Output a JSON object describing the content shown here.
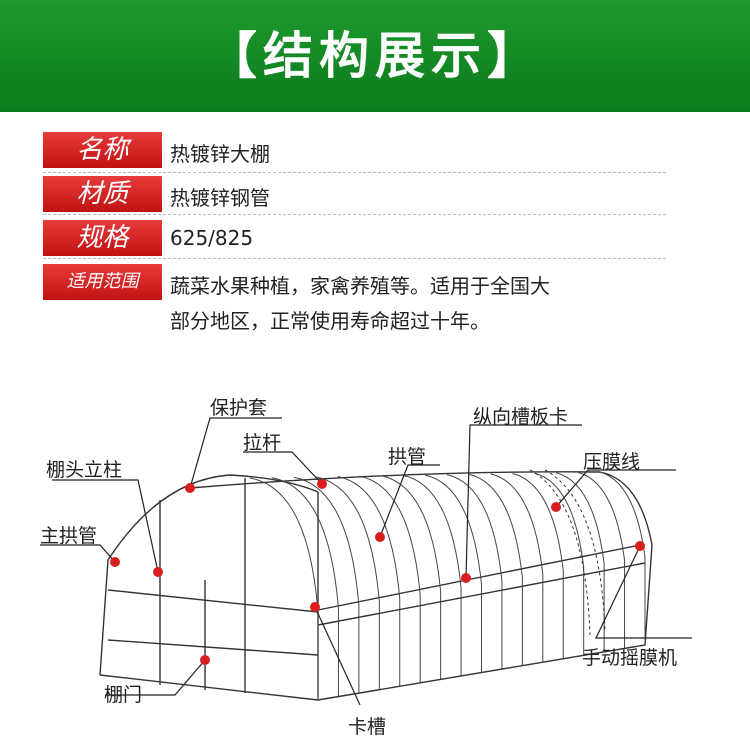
{
  "banner": {
    "title": "【结构展示】",
    "color": "#0f8a22"
  },
  "specs": [
    {
      "label": "名称",
      "value": "热镀锌大棚"
    },
    {
      "label": "材质",
      "value": "热镀锌钢管"
    },
    {
      "label": "规格",
      "value": "625/825"
    },
    {
      "label": "适用范围",
      "value_line1": "蔬菜水果种植，家禽养殖等。适用于全国大",
      "value_line2": "部分地区，正常使用寿命超过十年。"
    }
  ],
  "callouts": {
    "baohutao": "保护套",
    "lagan": "拉杆",
    "gongguan": "拱管",
    "zongxiang": "纵向槽板卡",
    "yamoxian": "压膜线",
    "pengtou": "棚头立柱",
    "zhugong": "主拱管",
    "shoudong": "手动摇膜机",
    "pengmen": "棚门",
    "kacao": "卡槽"
  },
  "colors": {
    "accent_red": "#d81e1e",
    "line": "#333333"
  }
}
